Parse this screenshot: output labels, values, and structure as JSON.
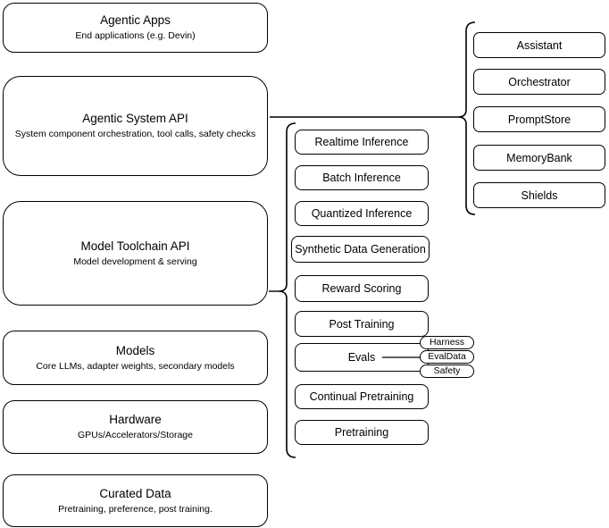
{
  "diagram": {
    "background_color": "#ffffff",
    "stroke_color": "#000000",
    "text_color": "#000000",
    "stack": [
      {
        "title": "Agentic Apps",
        "subtitle": "End applications (e.g. Devin)"
      },
      {
        "title": "Agentic System API",
        "subtitle": "System component orchestration, tool calls, safety checks"
      },
      {
        "title": "Model Toolchain API",
        "subtitle": "Model development & serving"
      },
      {
        "title": "Models",
        "subtitle": "Core LLMs, adapter weights, secondary models"
      },
      {
        "title": "Hardware",
        "subtitle": "GPUs/Accelerators/Storage"
      },
      {
        "title": "Curated Data",
        "subtitle": "Pretraining, preference, post training."
      }
    ],
    "system_components": [
      {
        "label": "Assistant"
      },
      {
        "label": "Orchestrator"
      },
      {
        "label": "PromptStore"
      },
      {
        "label": "MemoryBank"
      },
      {
        "label": "Shields"
      }
    ],
    "toolchain_services": [
      {
        "label": "Realtime Inference"
      },
      {
        "label": "Batch Inference"
      },
      {
        "label": "Quantized Inference"
      },
      {
        "label": "Synthetic Data Generation"
      },
      {
        "label": "Reward Scoring"
      },
      {
        "label": "Post Training"
      },
      {
        "label": "Evals"
      },
      {
        "label": "Continual Pretraining"
      },
      {
        "label": "Pretraining"
      }
    ],
    "evals_attachments": [
      {
        "label": "Harness"
      },
      {
        "label": "EvalData"
      },
      {
        "label": "Safety"
      }
    ]
  }
}
